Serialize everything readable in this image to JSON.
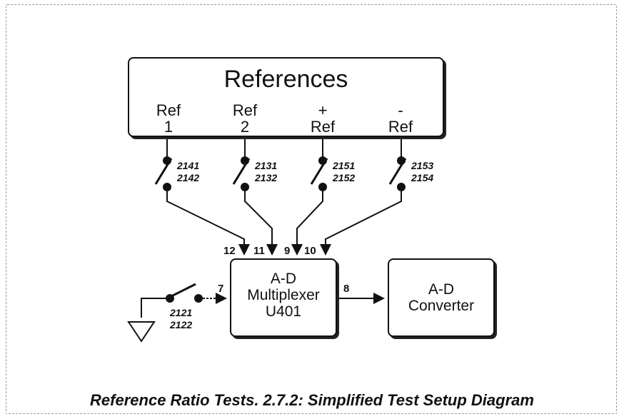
{
  "references": {
    "title": "References",
    "ref1": [
      "Ref",
      "1"
    ],
    "ref2": [
      "Ref",
      "2"
    ],
    "refplus": [
      "+",
      "Ref"
    ],
    "refminus": [
      "-",
      "Ref"
    ]
  },
  "switches": [
    {
      "top": "2141",
      "bottom": "2142"
    },
    {
      "top": "2131",
      "bottom": "2132"
    },
    {
      "top": "2151",
      "bottom": "2152"
    },
    {
      "top": "2153",
      "bottom": "2154"
    }
  ],
  "ground_switch": {
    "top": "2121",
    "bottom": "2122"
  },
  "pins": {
    "p12": "12",
    "p11": "11",
    "p9": "9",
    "p10": "10",
    "p7": "7",
    "p8": "8"
  },
  "multiplexer": [
    "A-D",
    "Multiplexer",
    "U401"
  ],
  "converter": [
    "A-D",
    "Converter"
  ],
  "caption": "Reference Ratio Tests.  2.7.2:  Simplified Test Setup Diagram"
}
